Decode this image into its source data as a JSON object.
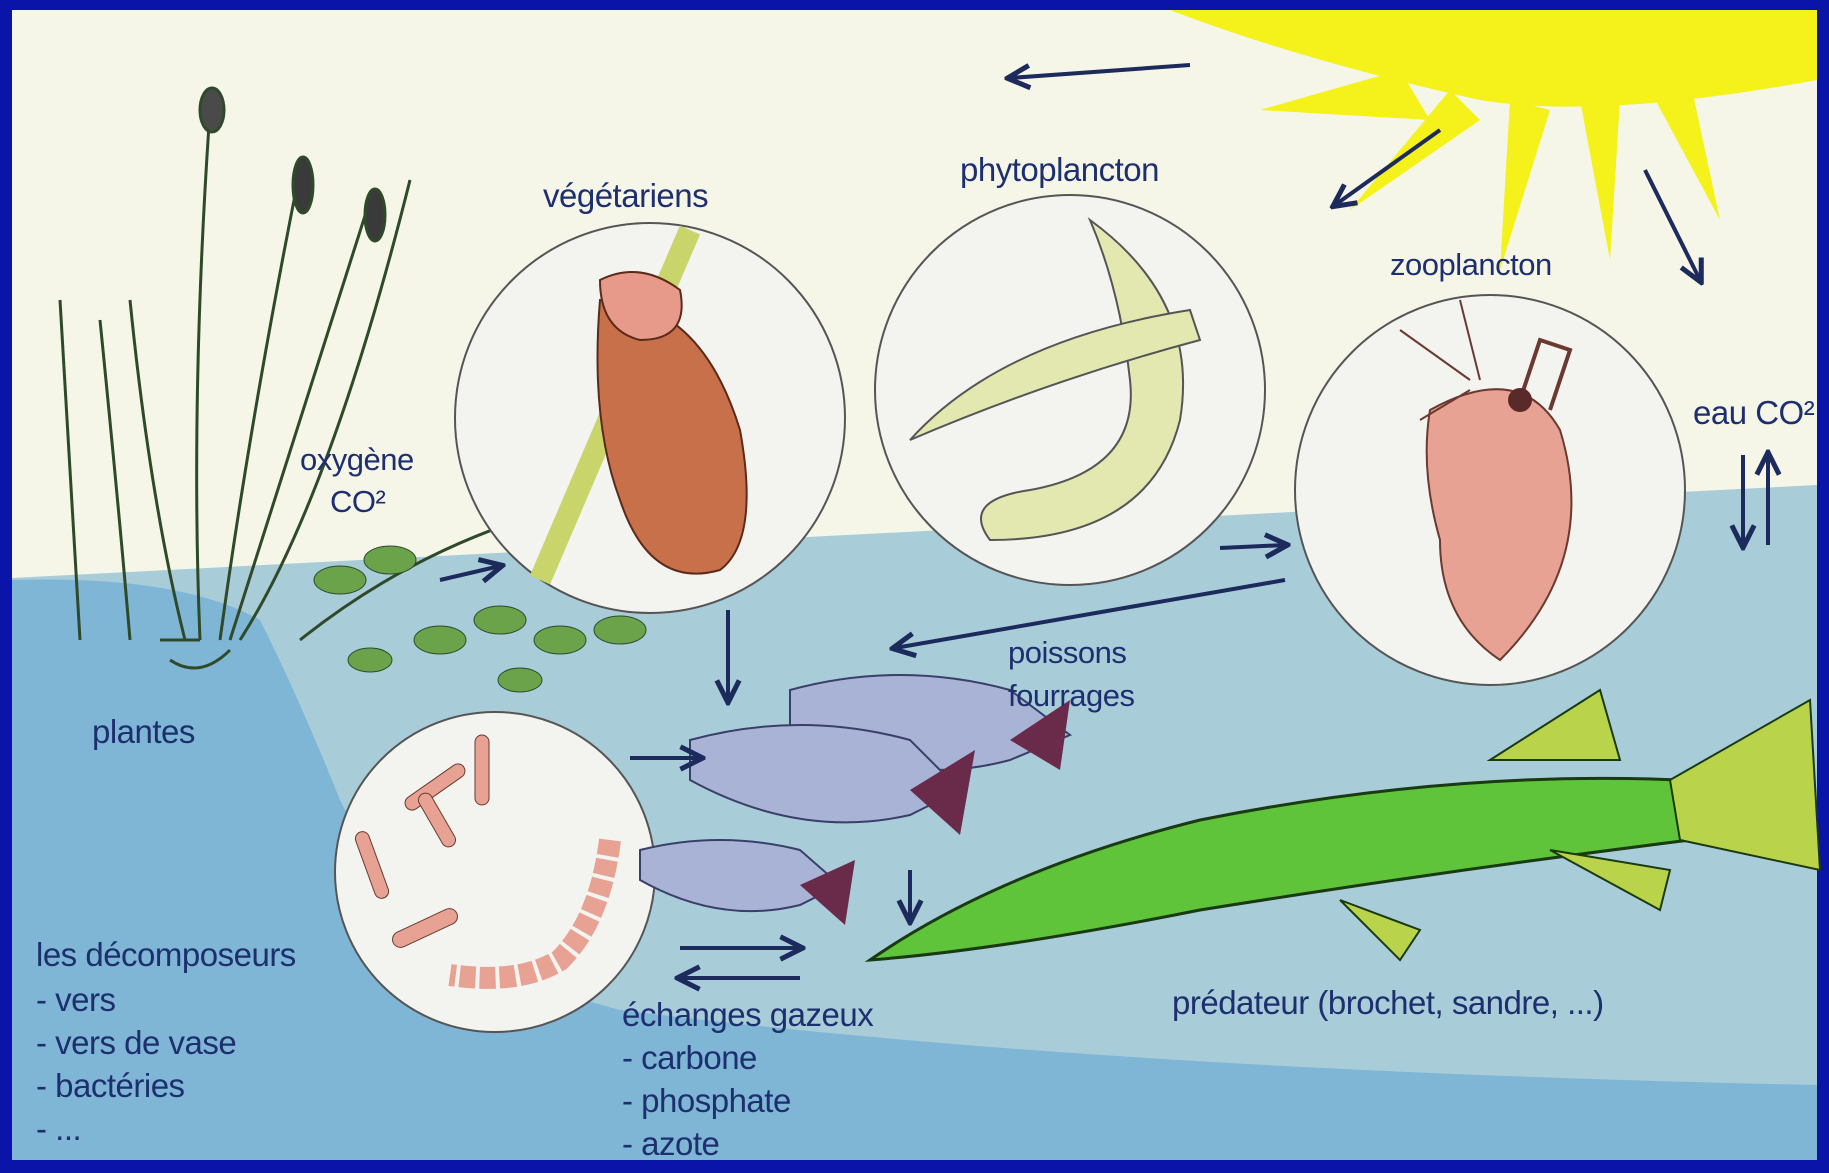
{
  "labels": {
    "vegetariens": "végétariens",
    "phytoplancton": "phytoplancton",
    "zooplancton": "zooplancton",
    "eau_co2": "eau CO²",
    "oxygene": "oxygène",
    "co2": "CO²",
    "plantes": "plantes",
    "poissons_1": "poissons",
    "poissons_2": "fourrages",
    "predateur": "prédateur (brochet, sandre, ...)"
  },
  "decomposeurs": {
    "title": "les décomposeurs",
    "items": [
      "- vers",
      "- vers de vase",
      "- bactéries",
      "- ..."
    ]
  },
  "echanges": {
    "title": "échanges gazeux",
    "items": [
      "- carbone",
      "- phosphate",
      "- azote"
    ]
  },
  "colors": {
    "frame": "#0a14a8",
    "sky": "#f5f5e8",
    "water": "#a9ccd9",
    "deep_water": "#7fb6d6",
    "sun": "#f4f21a",
    "text": "#1d2f6e",
    "arrow": "#1c2a5c"
  }
}
